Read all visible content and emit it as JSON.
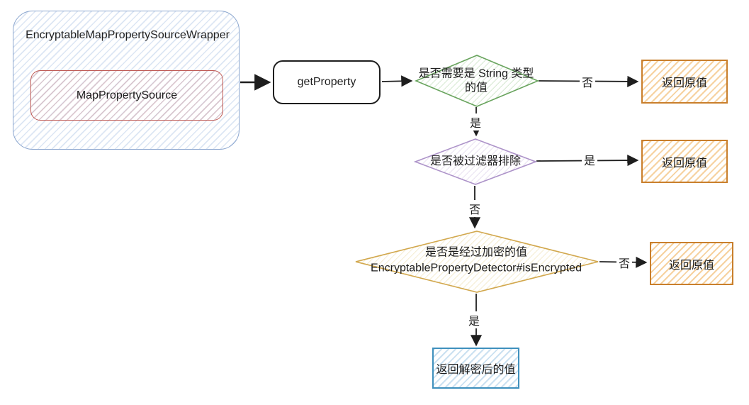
{
  "diagram": {
    "wrapper": {
      "title": "EncryptableMapPropertySourceWrapper",
      "inner_box_label": "MapPropertySource"
    },
    "process": {
      "label": "getProperty"
    },
    "decisions": [
      {
        "lines": [
          "是否需要是 String 类型",
          "的值"
        ]
      },
      {
        "lines": [
          "是否被过滤器排除"
        ]
      },
      {
        "lines": [
          "是否是经过加密的值",
          "EncryptablePropertyDetector#isEncrypted"
        ]
      }
    ],
    "terminals": [
      {
        "label": "返回原值"
      },
      {
        "label": "返回原值"
      },
      {
        "label": "返回原值"
      },
      {
        "label": "返回解密后的值"
      }
    ],
    "edge_labels": {
      "d1_no": "否",
      "d1_yes": "是",
      "d2_yes": "是",
      "d2_no": "否",
      "d3_no": "否",
      "d3_yes": "是"
    },
    "colors": {
      "wrapper_border": "#8aa5ce",
      "inner_box_border": "#bf5a55",
      "process_border": "#1e1e1e",
      "decision_string_border": "#69a45e",
      "decision_filter_border": "#ad93c9",
      "decision_encrypted_border": "#d2a84e",
      "terminal_return_border": "#c97f2c",
      "terminal_decrypted_border": "#3f90bd",
      "arrow": "#1e1e1e"
    }
  }
}
